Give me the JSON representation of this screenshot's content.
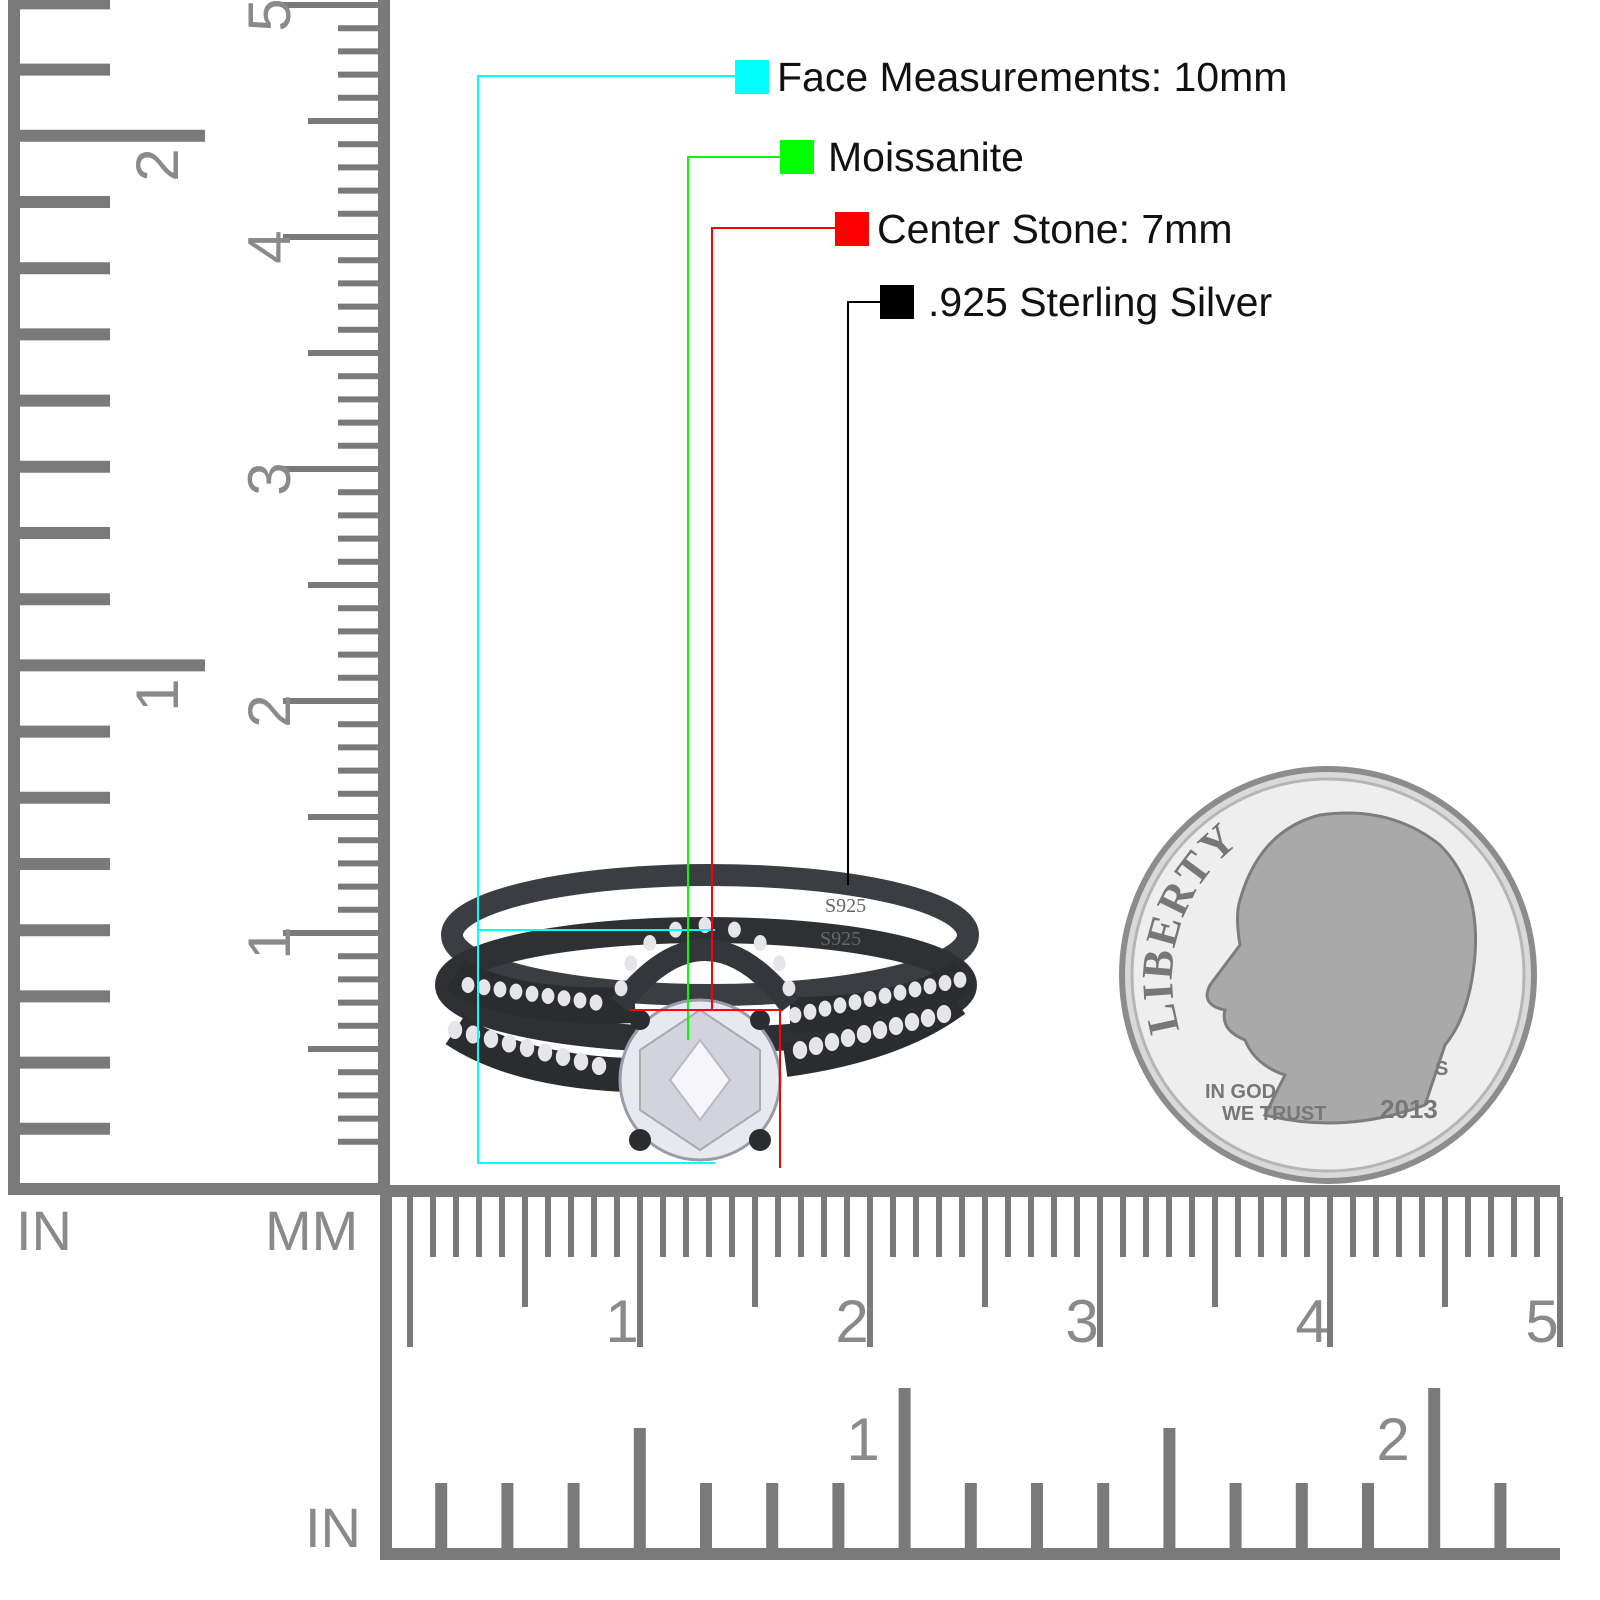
{
  "legend": [
    {
      "label": "Face Measurements: 10mm",
      "color": "#00ffff"
    },
    {
      "label": "Moissanite",
      "color": "#00ff00"
    },
    {
      "label": "Center Stone: 7mm",
      "color": "#ff0000"
    },
    {
      "label": ".925 Sterling Silver",
      "color": "#000000"
    }
  ],
  "ruler": {
    "color": "#7a7a7a",
    "vertical_mm_labels": [
      "1",
      "2",
      "3",
      "4",
      "5"
    ],
    "vertical_in_labels": [
      "1",
      "2"
    ],
    "horizontal_mm_labels": [
      "1",
      "2",
      "3",
      "4",
      "5"
    ],
    "horizontal_in_labels": [
      "1",
      "2"
    ],
    "unit_in_left": "IN",
    "unit_mm": "MM",
    "unit_in_bottom": "IN"
  },
  "ring": {
    "stamp": "S925",
    "metal_color": "#3a3d42"
  },
  "coin": {
    "legend": "LIBERTY",
    "motto_line1": "IN GOD",
    "motto_line2": "WE TRUST",
    "year": "2013",
    "mint_mark": "S"
  }
}
